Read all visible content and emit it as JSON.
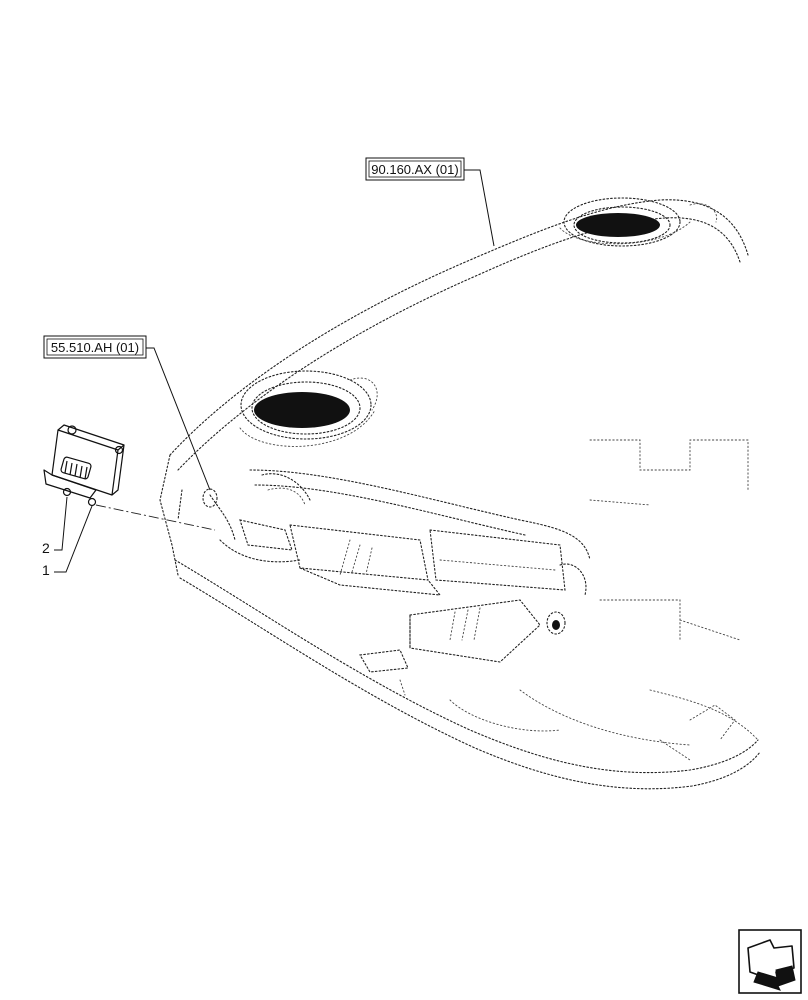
{
  "references": {
    "ref_top": "90.160.AX (01)",
    "ref_left": "55.510.AH (01)"
  },
  "items": {
    "item_1": "1",
    "item_2": "2"
  },
  "nav_icon": "next-page-arrow-icon"
}
